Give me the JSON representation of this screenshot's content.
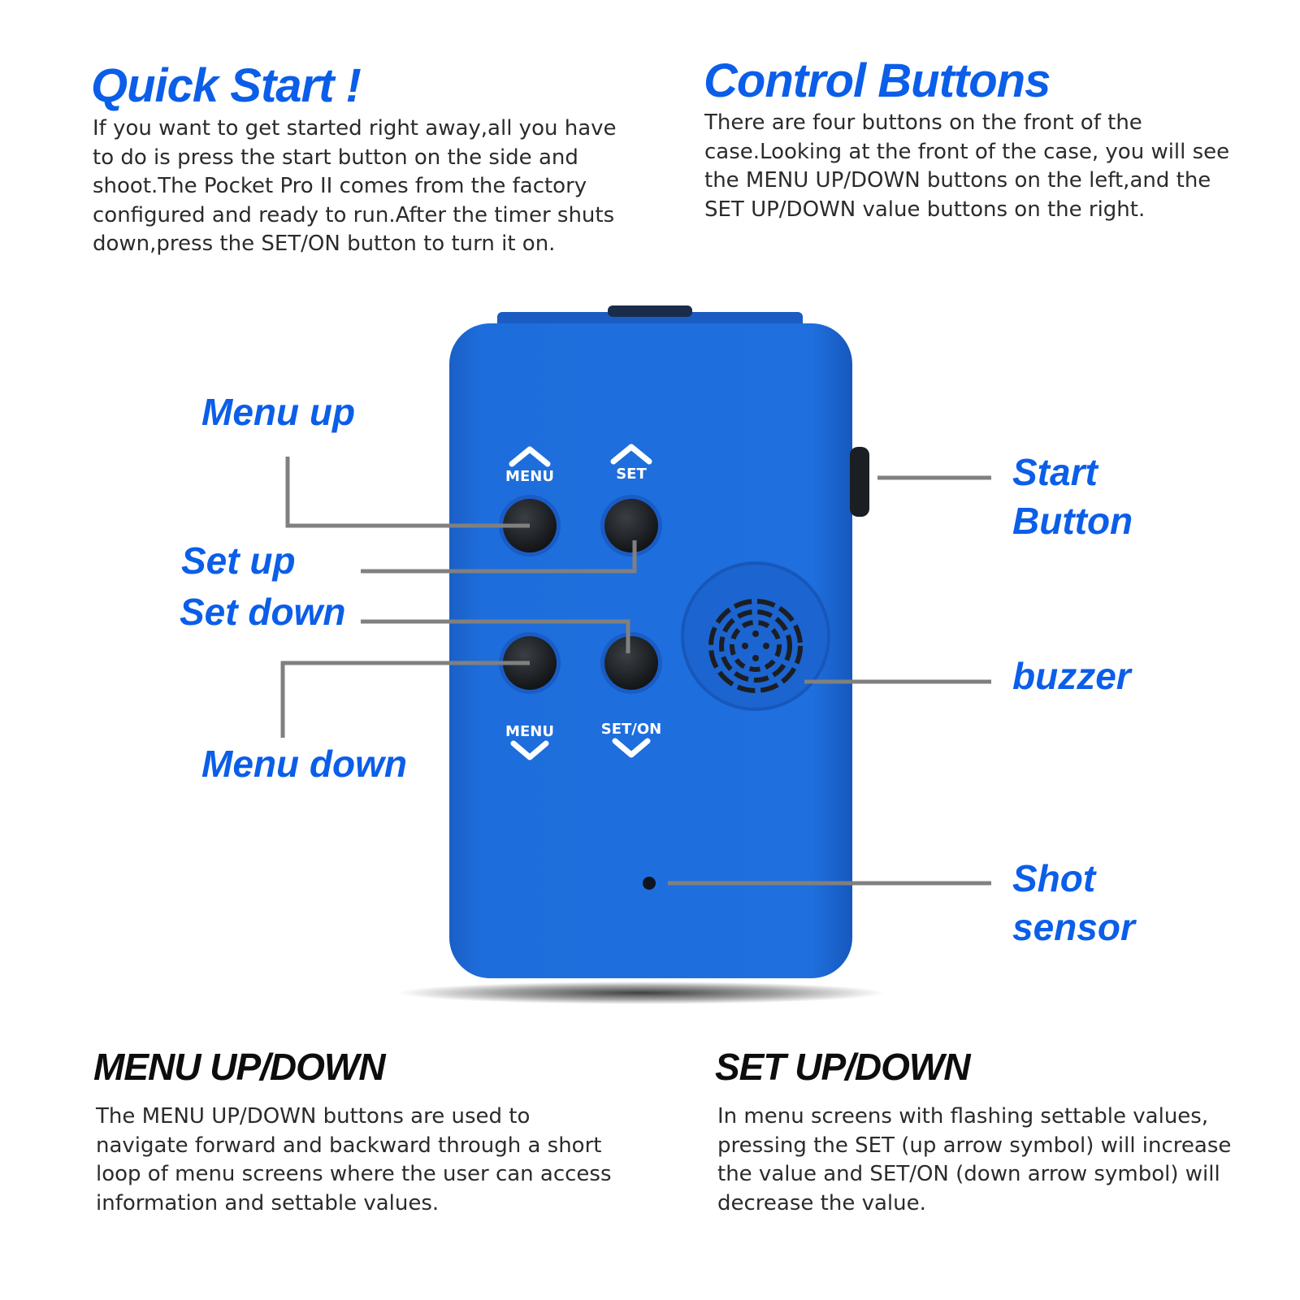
{
  "quick_start": {
    "title": "Quick Start !",
    "body": "If you want to get started right away,all you have to do is press the start button on the side and shoot.The Pocket Pro II comes from the factory configured and ready to run.After the timer shuts down,press the SET/ON button to turn it on."
  },
  "control_buttons": {
    "title": "Control Buttons",
    "body": "There are four buttons on the front of the case.Looking at the front of the case, you will see the MENU UP/DOWN buttons on the left,and the SET UP/DOWN value buttons on the right."
  },
  "device": {
    "body_color": "#1c6ad6",
    "button_color": "#1b1e22",
    "printed_labels": {
      "menu_up": "MENU",
      "set_up": "SET",
      "menu_down": "MENU",
      "set_down": "SET/ON"
    }
  },
  "callouts": {
    "menu_up": "Menu up",
    "set_up": "Set up",
    "set_down": "Set down",
    "menu_down": "Menu down",
    "start_button": [
      "Start",
      "Button"
    ],
    "buzzer": "buzzer",
    "shot_sensor": [
      "Shot",
      "sensor"
    ]
  },
  "menu_updown": {
    "title": "MENU UP/DOWN",
    "body": "The MENU UP/DOWN buttons are used to navigate forward and backward through a short loop of menu screens where the user can access information and settable values."
  },
  "set_updown": {
    "title": "SET UP/DOWN",
    "body": "In menu screens with flashing settable values, pressing the SET (up arrow symbol) will increase the value and SET/ON (down arrow symbol) will decrease the value."
  },
  "colors": {
    "accent_blue": "#0b5ee8",
    "heading_black": "#0d0d0d",
    "leader_line": "#808080"
  }
}
